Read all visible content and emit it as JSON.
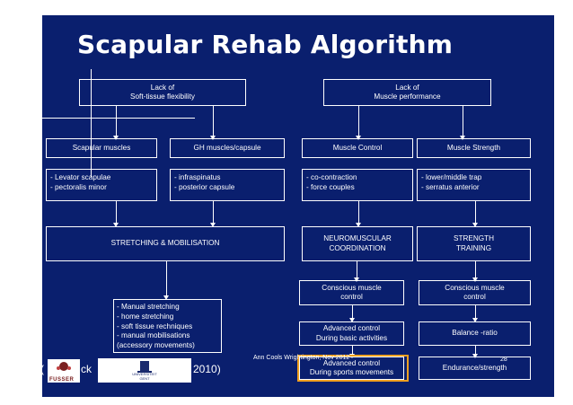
{
  "title": "Scapular Rehab Algorithm",
  "top": {
    "left": [
      "Lack of",
      "Soft-tissue flexibility"
    ],
    "right": [
      "Lack of",
      "Muscle performance"
    ]
  },
  "level2": {
    "scap_muscles": "Scapular muscles",
    "gh_muscles": "GH muscles/capsule",
    "muscle_control": "Muscle Control",
    "muscle_strength": "Muscle Strength"
  },
  "level3": {
    "scap_list": [
      "- Levator scapulae",
      "- pectoralis minor"
    ],
    "gh_list": [
      "- infraspinatus",
      "- posterior capsule"
    ],
    "control_list": [
      "- co-contraction",
      "- force couples"
    ],
    "strength_list": [
      "- lower/middle trap",
      "- serratus anterior"
    ]
  },
  "level4": {
    "stretching": "STRETCHING & MOBILISATION",
    "neuro": [
      "NEUROMUSCULAR",
      "COORDINATION"
    ],
    "strength_training": [
      "STRENGTH",
      "TRAINING"
    ]
  },
  "methods": [
    "- Manual stretching",
    "- home stretching",
    "- soft tissue rechniques",
    "- manual mobilisations",
    "(accessory movements)"
  ],
  "control_steps": {
    "conscious": [
      "Conscious muscle",
      "control"
    ],
    "basic": [
      "Advanced control",
      "During basic activities"
    ],
    "sports": [
      "Advanced control",
      "During sports movements"
    ]
  },
  "strength_steps": {
    "conscious": [
      "Conscious muscle",
      "control"
    ],
    "balance": "Balance -ratio",
    "endurance": "Endurance/strength"
  },
  "footer": {
    "author": "Ann Cools Wrightington, Nov 2012",
    "page": "28",
    "citation_left": "(",
    "citation_mid": "ck",
    "citation_right": "2010)",
    "logo_left_text": "FUSSER",
    "logo_right_text": "UNIVERSITEIT GENT"
  },
  "colors": {
    "background": "#0a1f6e",
    "highlight": "#f0a020",
    "line": "#ffffff"
  }
}
